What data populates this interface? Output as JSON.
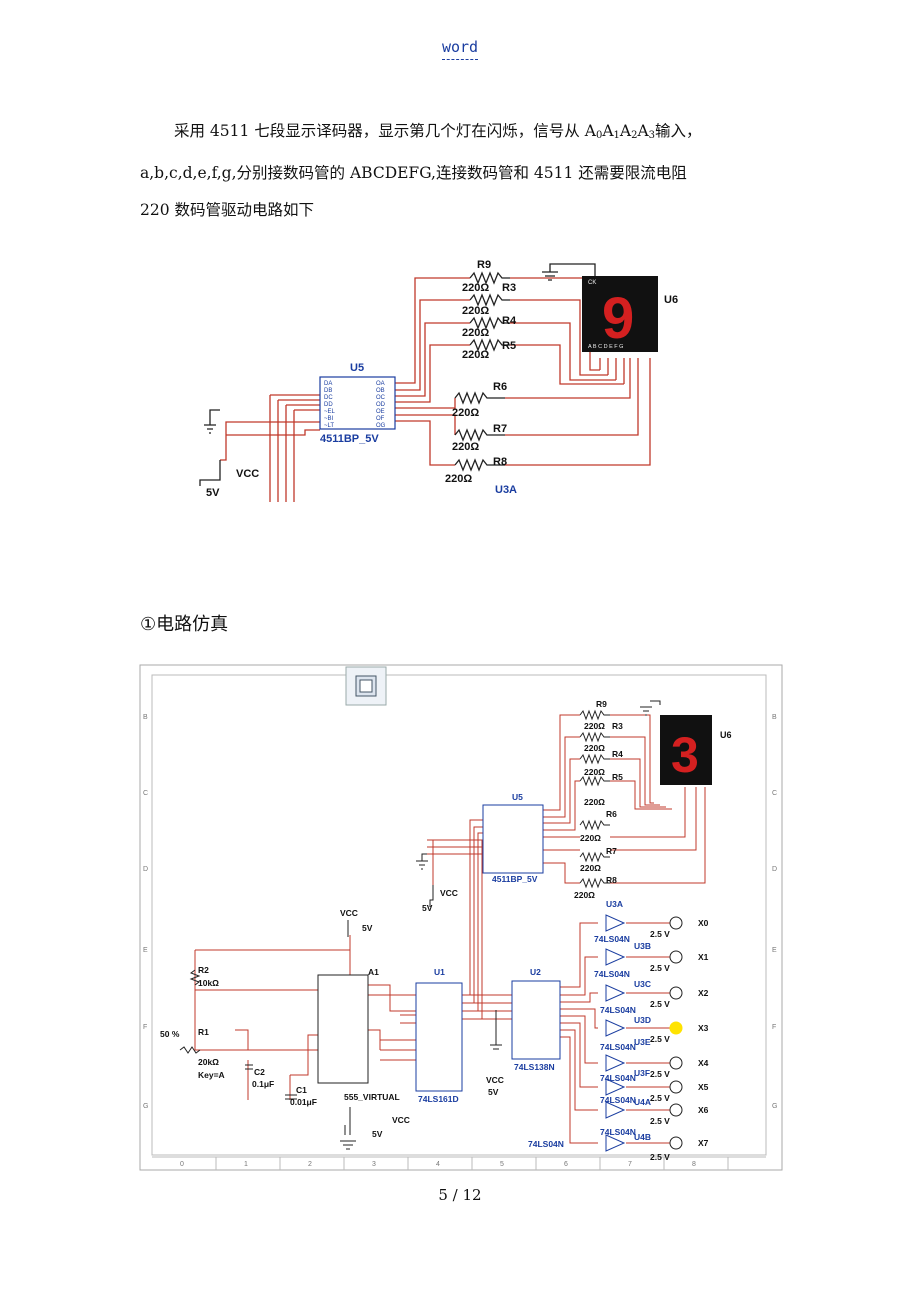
{
  "header": {
    "title": "word"
  },
  "intro": {
    "line1_a": "采用 4511 七段显示译码器，显示第几个灯在闪烁，信号从 A",
    "line1_s0": "0",
    "line1_a1": "A",
    "line1_s1": "1",
    "line1_a2": "A",
    "line1_s2": "2",
    "line1_a3": "A",
    "line1_s3": "3",
    "line1_b": "输入，",
    "line2": "a,b,c,d,e,f,g,分别接数码管的 ABCDEFG,连接数码管和 4511 还需要限流电阻",
    "line3": "220 数码管驱动电路如下"
  },
  "figure1": {
    "resistors": [
      "R9",
      "R3",
      "R4",
      "R5",
      "R6",
      "R7",
      "R8"
    ],
    "resistor_value": "220Ω",
    "decoder": "U5",
    "decoder_part": "4511BP_5V",
    "display": "U6",
    "display_digit": "9",
    "display_pins": "A B C D E F G",
    "ck": "CK",
    "vcc": "VCC",
    "v5": "5V",
    "next_label": "U3A",
    "decoder_left_pins": [
      "DA",
      "DB",
      "DC",
      "DD",
      "~EL",
      "~BI",
      "~LT"
    ],
    "decoder_right_pins": [
      "OA",
      "OB",
      "OC",
      "OD",
      "OE",
      "OF",
      "OG"
    ]
  },
  "section": {
    "title": "①电路仿真"
  },
  "figure2": {
    "digit": "3",
    "timer": "555_VIRTUAL",
    "timer_ref": "A1",
    "counter": "74LS161D",
    "counter_ref": "U1",
    "demux": "74LS138N",
    "demux_ref": "U2",
    "inverter": "74LS04N",
    "inverter_refs": [
      "U3A",
      "U3B",
      "U3C",
      "U3D",
      "U3E",
      "U3F",
      "U4A",
      "U4B"
    ],
    "outputs": [
      "X0",
      "X1",
      "X2",
      "X3",
      "X4",
      "X5",
      "X6",
      "X7"
    ],
    "out_voltage": "2.5 V",
    "r2": "R2",
    "r2_val": "10kΩ",
    "r1": "R1",
    "r1_val": "20kΩ",
    "r1_key": "Key=A",
    "r1_pct": "50 %",
    "c2": "C2",
    "c2_val": "0.1μF",
    "c1": "C1",
    "c1_val": "0.01μF",
    "vcc": "VCC",
    "v5": "5V",
    "grid_cols": [
      "0",
      "1",
      "2",
      "3",
      "4",
      "5",
      "6",
      "7",
      "8"
    ],
    "grid_rows": [
      "B",
      "C",
      "D",
      "E",
      "F",
      "G"
    ]
  },
  "footer": {
    "page": "5 / 12"
  }
}
